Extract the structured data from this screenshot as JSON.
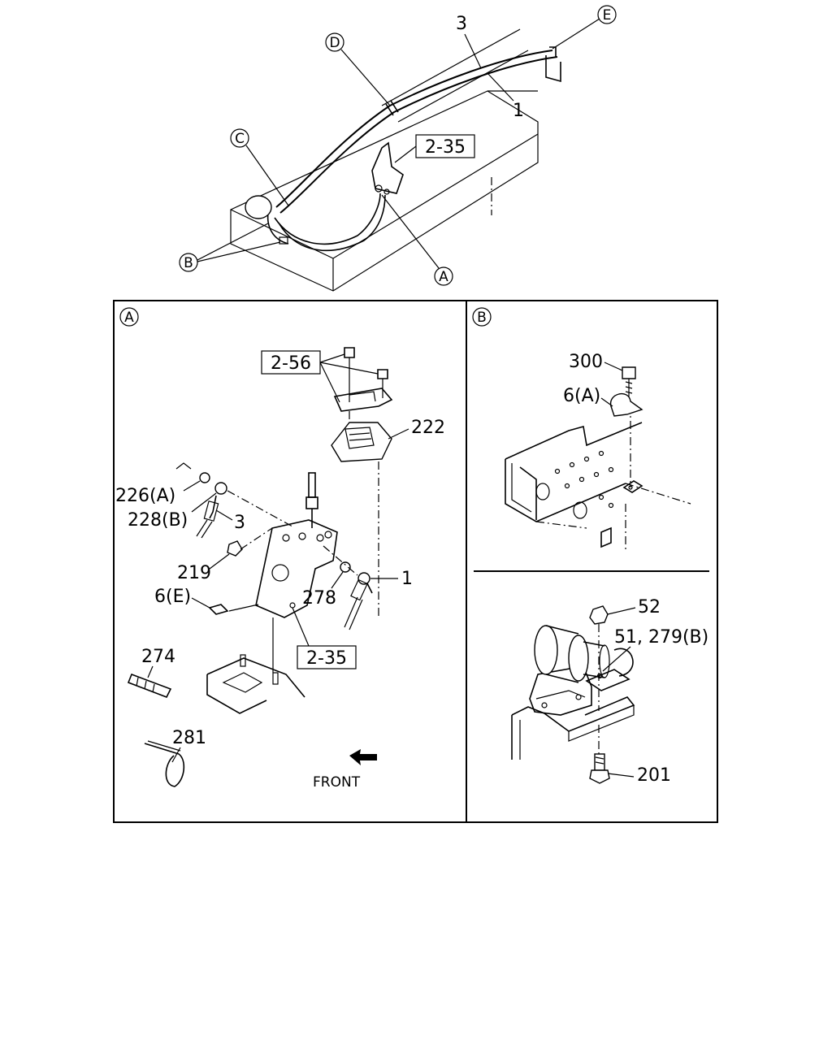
{
  "overview": {
    "callouts": {
      "a": "A",
      "b": "B",
      "c": "C",
      "d": "D",
      "e": "E"
    },
    "labels": {
      "p3": "3",
      "p1": "1"
    },
    "ref_box": "2-35"
  },
  "panel_a": {
    "tag": "A",
    "ref_top": "2-56",
    "ref_bottom": "2-35",
    "parts": {
      "p222": "222",
      "p226": "226(A)",
      "p228": "228(B)",
      "p3": "3",
      "p219": "219",
      "p1": "1",
      "p6e": "6(E)",
      "p278": "278",
      "p274": "274",
      "p281": "281"
    },
    "front": "FRONT"
  },
  "panel_b": {
    "tag": "B",
    "parts": {
      "p300": "300",
      "p6a": "6(A)",
      "p52": "52",
      "p51": "51, 279(B)",
      "p201": "201"
    }
  }
}
